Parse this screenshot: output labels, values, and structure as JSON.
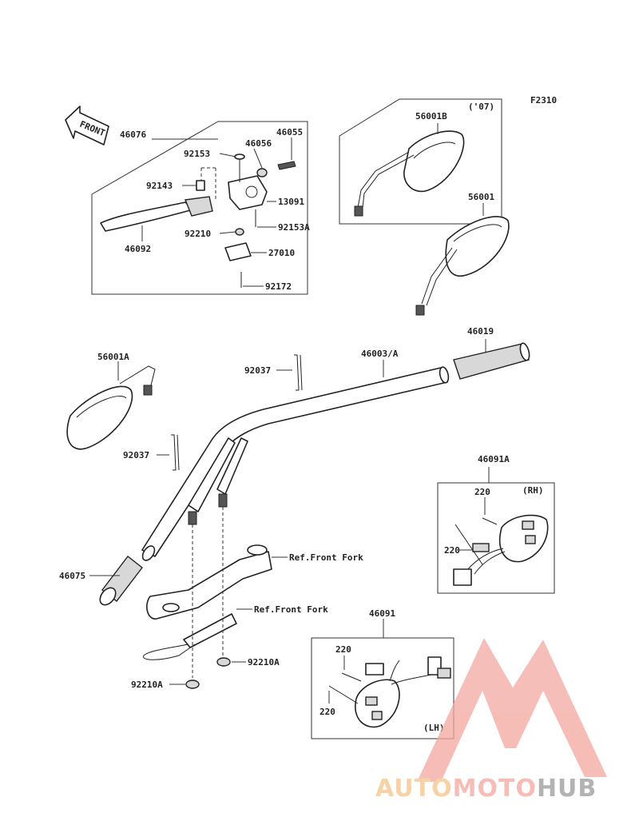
{
  "diagram_code": "F2310",
  "front_label": "FRONT",
  "callouts": {
    "p46076": "46076",
    "p46055": "46055",
    "p46056": "46056",
    "p92153": "92153",
    "p92143": "92143",
    "p13091": "13091",
    "p92153A": "92153A",
    "p92210": "92210",
    "p27010": "27010",
    "p46092": "46092",
    "p92172": "92172",
    "p56001B": "56001B",
    "year07": "('07)",
    "p56001": "56001",
    "p46019": "46019",
    "p46003A": "46003/A",
    "p92037a": "92037",
    "p56001A": "56001A",
    "p92037b": "92037",
    "p46091A": "46091A",
    "p220a": "220",
    "rh": "(RH)",
    "p220b": "220",
    "p46075": "46075",
    "ref_fork_1": "Ref.Front Fork",
    "ref_fork_2": "Ref.Front Fork",
    "p46091": "46091",
    "p220c": "220",
    "p220d": "220",
    "lh": "(LH)",
    "p92210A_a": "92210A",
    "p92210A_b": "92210A"
  },
  "watermark": {
    "part1": "AUTO",
    "part2": "MOTO",
    "part3": "HUB",
    "color1": "#f5c48a",
    "color2": "#f3a8a0",
    "color3": "#9a9a9a"
  }
}
